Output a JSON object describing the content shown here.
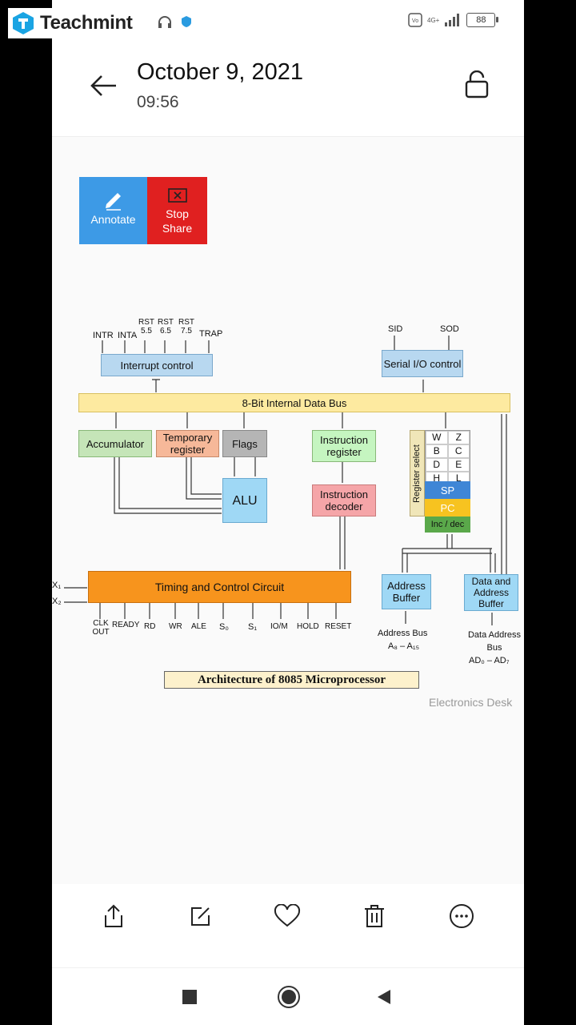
{
  "app": {
    "brand": "Teachmint"
  },
  "status": {
    "battery": "88",
    "network": "4G+"
  },
  "header": {
    "date": "October 9, 2021",
    "time": "09:56"
  },
  "share_controls": {
    "annotate_label": "Annotate",
    "stop_share_label": "Stop Share"
  },
  "diagram": {
    "inputs": {
      "intr": "INTR",
      "inta": "INTA",
      "rst55": "RST 5.5",
      "rst65": "RST 6.5",
      "rst75": "RST 7.5",
      "trap": "TRAP",
      "sid": "SID",
      "sod": "SOD",
      "x1": "X₁",
      "x2": "X₂"
    },
    "interrupt_control": "Interrupt control",
    "serial_io": "Serial I/O control",
    "data_bus": "8-Bit Internal Data Bus",
    "accumulator": "Accumulator",
    "temp_register": "Temporary register",
    "flags": "Flags",
    "alu": "ALU",
    "instruction_register": "Instruction register",
    "instruction_decoder": "Instruction decoder",
    "register_select": "Register select",
    "registers": [
      "W",
      "Z",
      "B",
      "C",
      "D",
      "E",
      "H",
      "L"
    ],
    "sp": "SP",
    "pc": "PC",
    "incdec": "Inc / dec",
    "timing_control": "Timing and Control Circuit",
    "control_signals": [
      "CLK OUT",
      "READY",
      "RD",
      "WR",
      "ALE",
      "S₀",
      "S₁",
      "IO/M",
      "HOLD",
      "RESET"
    ],
    "address_buffer": "Address Buffer",
    "data_address_buffer": "Data and Address Buffer",
    "address_bus": "Address Bus",
    "address_bus_range": "A₈ – A₁₅",
    "data_address_bus": "Data Address Bus",
    "data_address_bus_range": "AD₀ – AD₇",
    "caption": "Architecture of 8085 Microprocessor",
    "watermark": "Electronics Desk"
  },
  "colors": {
    "annotate": "#3d9ae6",
    "stop": "#e02020",
    "bus": "#fdeaa0",
    "timing": "#f7941d",
    "alu": "#9fd8f5",
    "sp": "#3f86d6",
    "pc": "#f7c320",
    "incdec": "#5aa84a"
  }
}
